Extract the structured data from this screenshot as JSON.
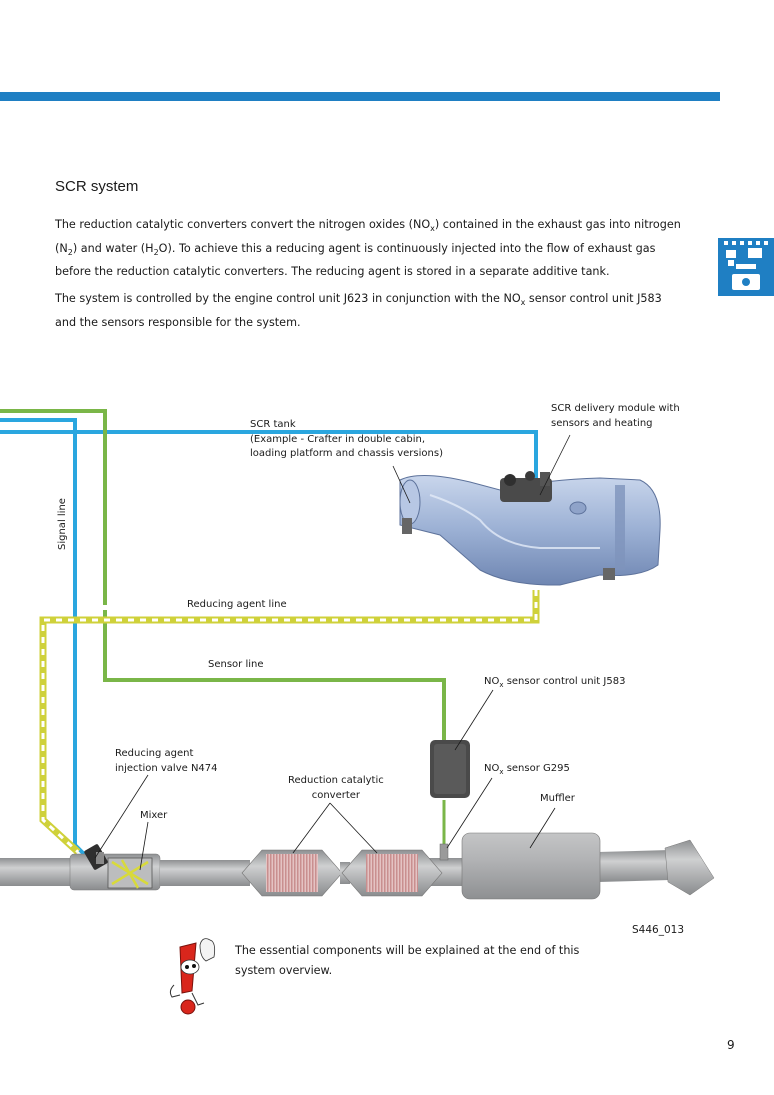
{
  "section": {
    "title": "SCR system"
  },
  "paragraphs": {
    "p1": {
      "part1": "The reduction catalytic converters convert the nitrogen oxides (NO",
      "sub1": "x",
      "part2": ") contained in the exhaust gas into nitrogen (N",
      "sub2": "2",
      "part3": ") and water  (H",
      "sub3": "2",
      "part4": "O). To achieve this a reducing agent is continuously injected  into  the flow of exhaust gas before the reduction catalytic converters. The reducing agent is stored in a separate additive tank."
    },
    "p2": {
      "part1": "The system is controlled by the engine control unit J623 in conjunction with the NO",
      "sub1": "x",
      "part2": " sensor control unit J583 and the sensors responsible for the system."
    }
  },
  "diagram": {
    "labels": {
      "delivery_module_1": "SCR delivery module with",
      "delivery_module_2": "sensors and heating",
      "scr_tank_1": "SCR tank",
      "scr_tank_2": "(Example - Crafter in double cabin,",
      "scr_tank_3": "loading platform and chassis versions)",
      "signal_line": "Signal line",
      "reducing_agent_line": "Reducing agent line",
      "sensor_line": "Sensor line",
      "nox_control_unit_pre": "NO",
      "nox_control_unit_sub": "x",
      "nox_control_unit_post": " sensor control unit  J583",
      "injection_valve_1": "Reducing agent",
      "injection_valve_2": "injection valve N474",
      "nox_sensor_pre": "NO",
      "nox_sensor_sub": "x",
      "nox_sensor_post": " sensor  G295",
      "catalytic_1": "Reduction catalytic",
      "catalytic_2": "converter",
      "muffler": "Muffler",
      "mixer": "Mixer"
    },
    "colors": {
      "signal_line": "#2aa6df",
      "sensor_line": "#7ab648",
      "reducing_agent_line": "#d8da3a",
      "tank": "#9fb4d6",
      "pipe": "#a7a9ab"
    },
    "figure_code": "S446_013"
  },
  "note": {
    "text_1": "The essential components will be explained at the end of this",
    "text_2": "system overview.",
    "icon": "exclamation-hand-icon"
  },
  "page_number": "9",
  "accent_color": "#1f7fc3"
}
